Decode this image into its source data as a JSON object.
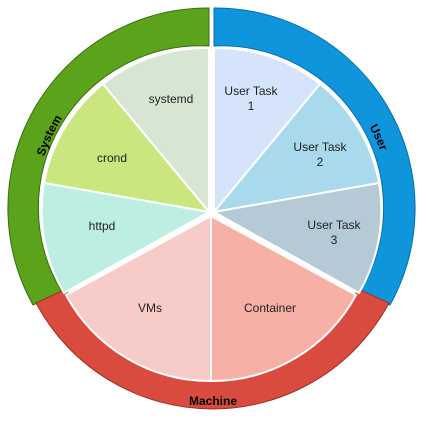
{
  "rings": [
    {
      "key": "system",
      "label": "System",
      "color": "#5ba31a"
    },
    {
      "key": "user",
      "label": "User",
      "color": "#0e95dc"
    },
    {
      "key": "machine",
      "label": "Machine",
      "color": "#d94b3e"
    }
  ],
  "slices": [
    {
      "key": "systemd",
      "label": "systemd",
      "color": "#d6e6d2"
    },
    {
      "key": "crond",
      "label": "crond",
      "color": "#c9e77e"
    },
    {
      "key": "httpd",
      "label": "httpd",
      "color": "#bdeee2"
    },
    {
      "key": "user-task-1",
      "label": "User Task 1",
      "lines": [
        "User Task",
        "1"
      ],
      "color": "#d6e4fb"
    },
    {
      "key": "user-task-2",
      "label": "User Task 2",
      "lines": [
        "User Task",
        "2"
      ],
      "color": "#a9d9ec"
    },
    {
      "key": "user-task-3",
      "label": "User Task 3",
      "lines": [
        "User Task",
        "3"
      ],
      "color": "#b6c9d6"
    },
    {
      "key": "vms",
      "label": "VMs",
      "color": "#f7cbc8"
    },
    {
      "key": "container",
      "label": "Container",
      "color": "#f6b0a6"
    }
  ]
}
